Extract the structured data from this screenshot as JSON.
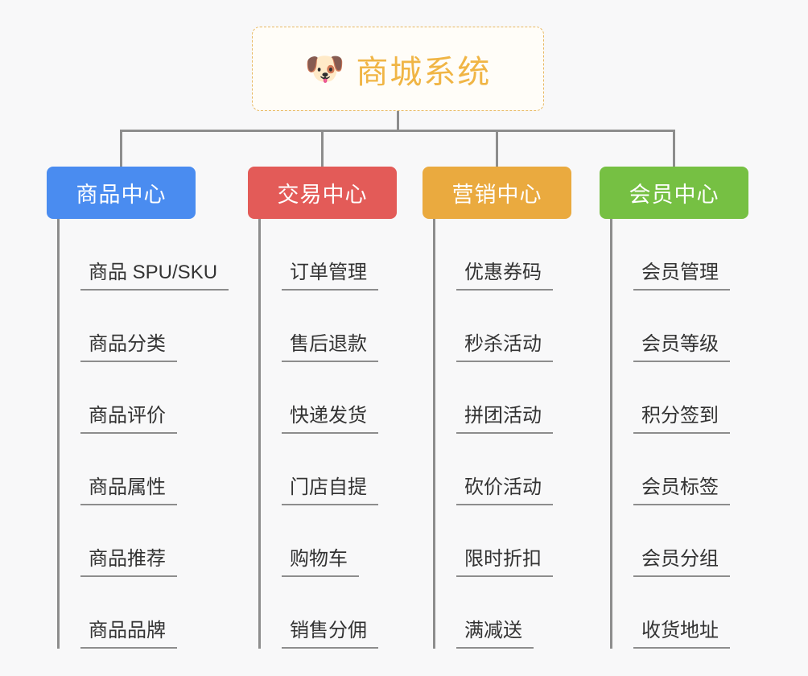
{
  "page": {
    "background_color": "#f8f8f9",
    "connector_color": "#8d8d8d"
  },
  "root": {
    "icon": "dog-face-emoji",
    "emoji": "🐶",
    "title": "商城系统",
    "text_color": "#f0b545",
    "border_color": "#e8b963",
    "background_color": "#fffdf8"
  },
  "columns": [
    {
      "id": "product-center",
      "label": "商品中心",
      "color": "#4a8cf0",
      "items": [
        "商品 SPU/SKU",
        "商品分类",
        "商品评价",
        "商品属性",
        "商品推荐",
        "商品品牌"
      ]
    },
    {
      "id": "trade-center",
      "label": "交易中心",
      "color": "#e35b58",
      "items": [
        "订单管理",
        "售后退款",
        "快递发货",
        "门店自提",
        "购物车",
        "销售分佣"
      ]
    },
    {
      "id": "marketing-center",
      "label": "营销中心",
      "color": "#eaaa3f",
      "items": [
        "优惠券码",
        "秒杀活动",
        "拼团活动",
        "砍价活动",
        "限时折扣",
        "满减送"
      ]
    },
    {
      "id": "member-center",
      "label": "会员中心",
      "color": "#76c043",
      "items": [
        "会员管理",
        "会员等级",
        "积分签到",
        "会员标签",
        "会员分组",
        "收货地址"
      ]
    }
  ]
}
